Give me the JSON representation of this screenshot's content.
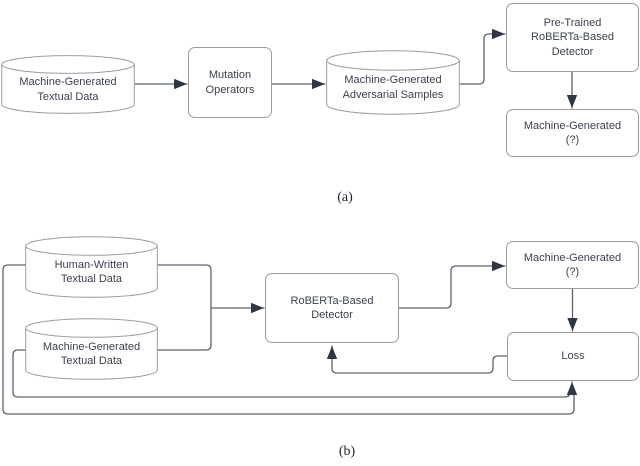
{
  "figure": {
    "type": "flow-diagram",
    "background": "#ffffff"
  },
  "colors": {
    "shape_border": "#979da6",
    "connector": "#5c6470",
    "arrowhead": "#2f3744",
    "text": "#3a4150",
    "caption_text": "#1c2230"
  },
  "diagram_a": {
    "caption": "(a)",
    "nodes": {
      "mg_textual_data": {
        "label": "Machine-Generated\nTextual Data",
        "shape": "cylinder"
      },
      "mutation_operators": {
        "label": "Mutation\nOperators",
        "shape": "rounded-rect"
      },
      "mg_adversarial_samples": {
        "label": "Machine-Generated\nAdversarial Samples",
        "shape": "cylinder"
      },
      "pretrained_detector": {
        "label": "Pre-Trained\nRoBERTa-Based\nDetector",
        "shape": "rounded-rect"
      },
      "prediction_output": {
        "label": "Machine-Generated\n(?)",
        "shape": "rounded-rect"
      }
    },
    "edges": [
      "mg_textual_data -> mutation_operators",
      "mutation_operators -> mg_adversarial_samples",
      "mg_adversarial_samples -> pretrained_detector",
      "pretrained_detector -> prediction_output"
    ]
  },
  "diagram_b": {
    "caption": "(b)",
    "nodes": {
      "human_written_data": {
        "label": "Human-Written\nTextual Data",
        "shape": "cylinder"
      },
      "mg_textual_data": {
        "label": "Machine-Generated\nTextual Data",
        "shape": "cylinder"
      },
      "detector": {
        "label": "RoBERTa-Based\nDetector",
        "shape": "rounded-rect"
      },
      "prediction_output": {
        "label": "Machine-Generated\n(?)",
        "shape": "rounded-rect"
      },
      "loss": {
        "label": "Loss",
        "shape": "rounded-rect"
      }
    },
    "edges": [
      "human_written_data + mg_textual_data -> detector",
      "detector -> prediction_output",
      "prediction_output -> loss",
      "loss -> detector",
      "mg_textual_data -> loss",
      "human_written_data -> loss"
    ]
  }
}
